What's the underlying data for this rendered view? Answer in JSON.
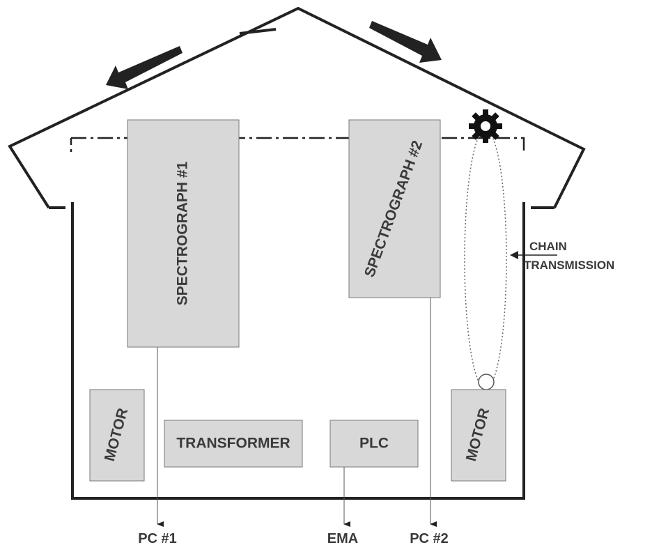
{
  "blocks": {
    "spectrograph1": "SPECTROGRAPH #1",
    "spectrograph2": "SPECTROGRAPH #2",
    "motor_left": "MOTOR",
    "motor_right": "MOTOR",
    "transformer": "TRANSFORMER",
    "plc": "PLC"
  },
  "outputs": {
    "pc1": "PC #1",
    "ema": "EMA",
    "pc2": "PC #2"
  },
  "annotation": {
    "chain_line1": "CHAIN",
    "chain_line2": "TRANSMISSION"
  },
  "colors": {
    "block_fill": "#d8d8d8",
    "outline": "#222222",
    "text": "#3a3a3a"
  },
  "icons": [
    "gear-icon",
    "arrow-left-icon",
    "arrow-right-icon",
    "pulley-icon"
  ]
}
